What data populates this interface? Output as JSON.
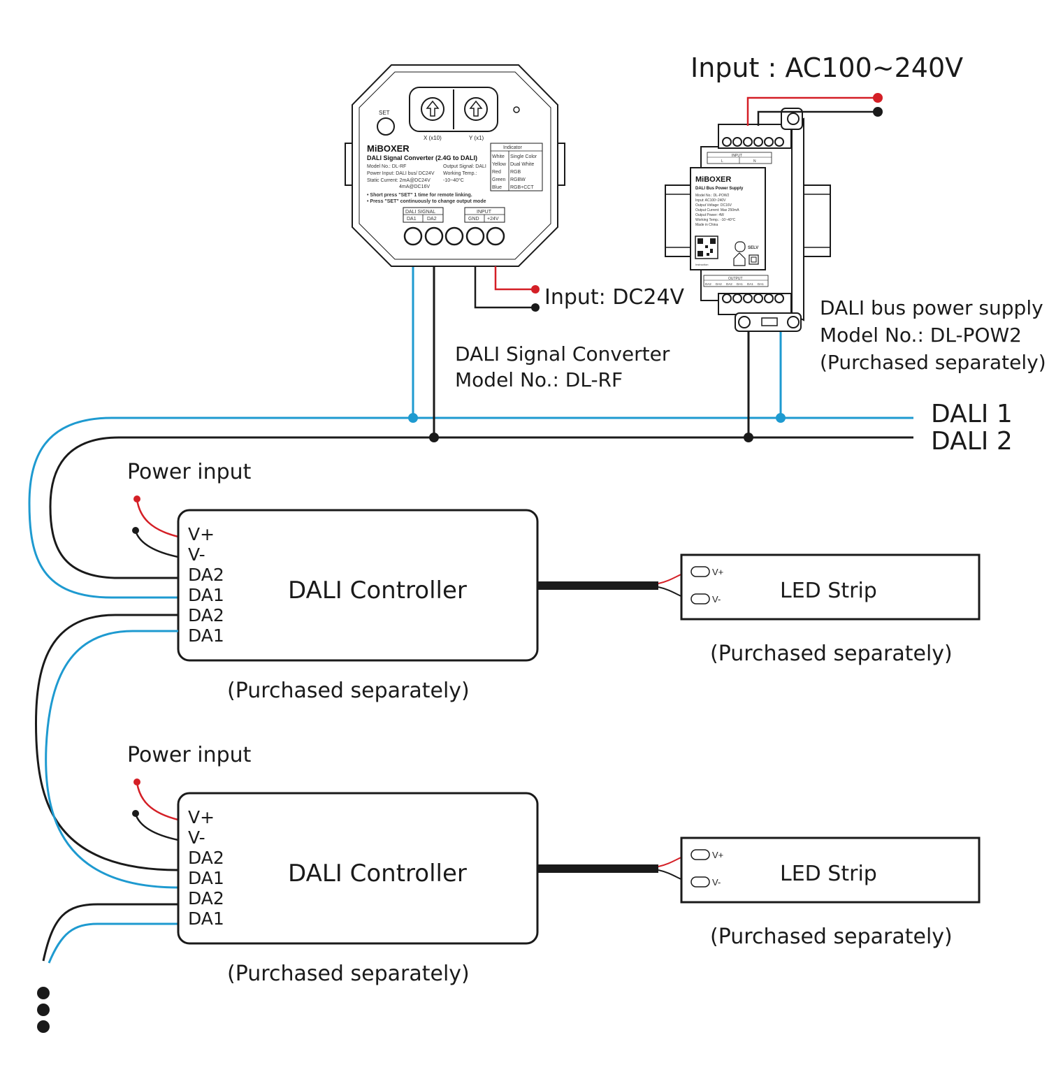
{
  "converter": {
    "title": "DALI Signal Converter",
    "model": "Model No.: DL-RF",
    "input_label": "Input: DC24V",
    "brand": "MiBOXER",
    "product": "DALI Signal Converter (2.4G to DALI)",
    "set_label": "SET",
    "dial_x_label": "X (x10)",
    "dial_y_label": "Y (x1)",
    "spec_lines": [
      "Model No.: DL-RF",
      "Power Input: DALI bus/ DC24V",
      "Static Current: 2mA@DC24V",
      "4mA@DC16V"
    ],
    "spec_lines_right": [
      "Output Signal: DALI",
      "Working Temp.:",
      "-10~40°C"
    ],
    "notes": [
      "• Short press \"SET\" 1 time for remote linking.",
      "• Press \"SET\" continuously to change output mode"
    ],
    "indicator_title": "Indicator",
    "indicator_rows": [
      [
        "White",
        "Single Color"
      ],
      [
        "Yellow",
        "Dual White"
      ],
      [
        "Red",
        "RGB"
      ],
      [
        "Green",
        "RGBW"
      ],
      [
        "Blue",
        "RGB+CCT"
      ]
    ],
    "dali_signal_label": "DALI SIGNAL",
    "input_block_label": "INPUT",
    "terminals": [
      "DA1",
      "DA2",
      "GND",
      "+24V"
    ]
  },
  "power_supply": {
    "input_label": "Input : AC100~240V",
    "title": "DALI bus power supply",
    "model": "Model No.: DL-POW2",
    "note": "(Purchased separately)",
    "brand": "MiBOXER",
    "product": "DALI Bus Power Supply",
    "spec_lines": [
      "Model No.: DL-POW2",
      "Input: AC100~240V",
      "Output Voltage: DC16V",
      "Output Current: Max 250mA",
      "Output Power: 4W",
      "Working Temp.: -10~40°C",
      "Made in China"
    ],
    "input_block": "INPUT",
    "input_terms": [
      "L",
      "N"
    ],
    "output_block": "OUTPUT",
    "output_terms": [
      "DA2",
      "DA2",
      "DA2",
      "DA1",
      "DA1",
      "DA1"
    ],
    "selv": "SELV",
    "instruction": "Instruction"
  },
  "bus": {
    "dali1": "DALI 1",
    "dali2": "DALI 2"
  },
  "controllers": [
    {
      "power_label": "Power input",
      "title": "DALI Controller",
      "terminals": [
        "V+",
        "V-",
        "DA2",
        "DA1",
        "DA2",
        "DA1"
      ],
      "note": "(Purchased separately)"
    },
    {
      "power_label": "Power input",
      "title": "DALI Controller",
      "terminals": [
        "V+",
        "V-",
        "DA2",
        "DA1",
        "DA2",
        "DA1"
      ],
      "note": "(Purchased separately)"
    }
  ],
  "strips": [
    {
      "title": "LED Strip",
      "vplus": "V+",
      "vminus": "V-",
      "note": "(Purchased separately)"
    },
    {
      "title": "LED Strip",
      "vplus": "V+",
      "vminus": "V-",
      "note": "(Purchased separately)"
    }
  ],
  "colors": {
    "dali1_wire": "#1e9ad0",
    "dali2_wire": "#1a1a1a",
    "positive_wire": "#d41f26"
  }
}
